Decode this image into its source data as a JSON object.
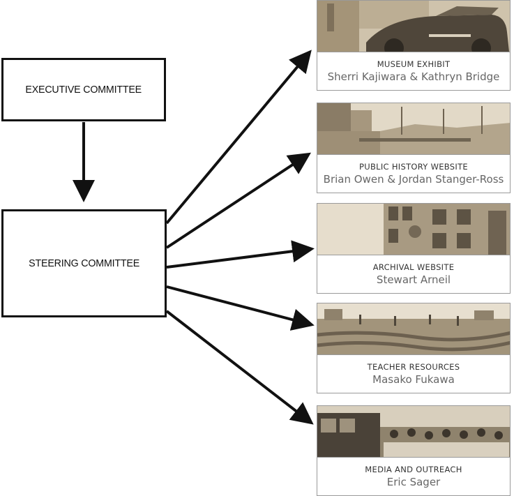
{
  "nodes": {
    "executive": "EXECUTIVE COMMITTEE",
    "steering": "STEERING COMMITTEE"
  },
  "cards": [
    {
      "title": "MUSEUM EXHIBIT",
      "names": "Sherri Kajiwara & Kathryn Bridge",
      "photo": "vintage-truck-photo"
    },
    {
      "title": "PUBLIC HISTORY WEBSITE",
      "names": "Brian Owen & Jordan Stanger-Ross",
      "photo": "street-scene-photo"
    },
    {
      "title": "ARCHIVAL WEBSITE",
      "names": "Stewart Arneil",
      "photo": "building-facade-photo"
    },
    {
      "title": "TEACHER RESOURCES",
      "names": "Masako Fukawa",
      "photo": "farm-field-photo"
    },
    {
      "title": "MEDIA AND OUTREACH",
      "names": "Eric Sager",
      "photo": "crowd-gathering-photo"
    }
  ],
  "colors": {
    "line": "#111111",
    "card_border": "#9a9a9a",
    "photo_tone": "#c8bba3"
  }
}
